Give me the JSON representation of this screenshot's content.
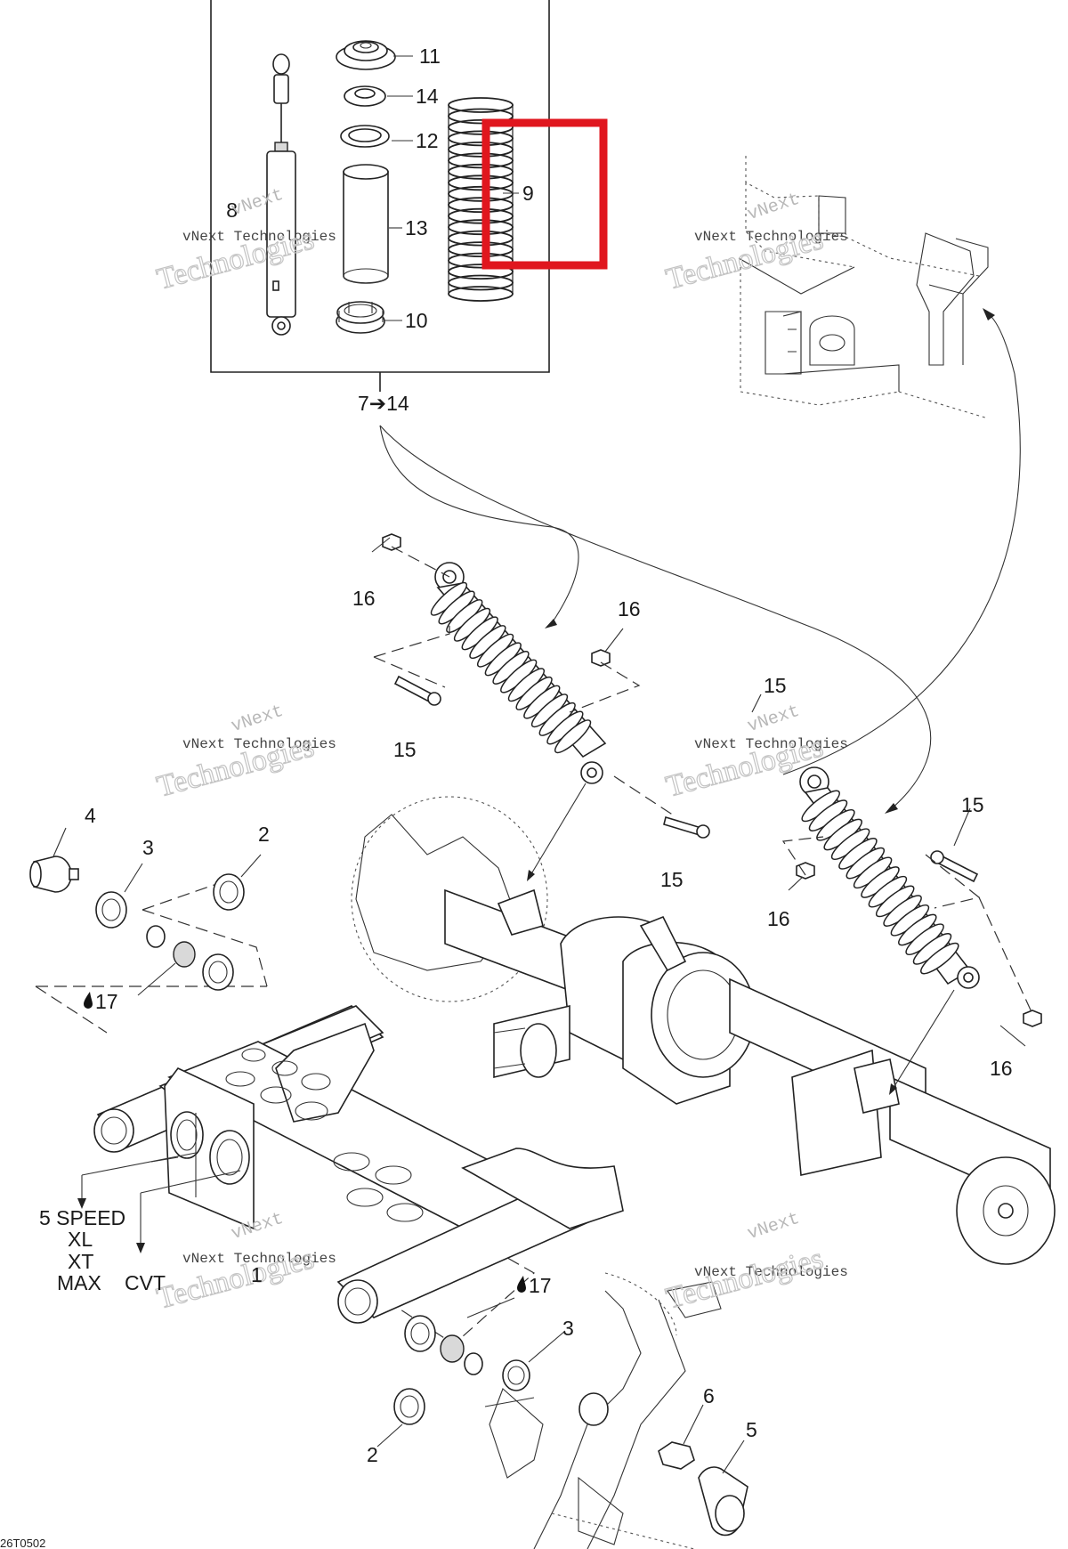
{
  "labels": {
    "p11": "11",
    "p14": "14",
    "p12": "12",
    "p9": "9",
    "p8": "8",
    "p13": "13",
    "p10": "10",
    "range": "7➔14",
    "p16a": "16",
    "p16b": "16",
    "p16c": "16",
    "p16d": "16",
    "p15a": "15",
    "p15b": "15",
    "p15c": "15",
    "p15d": "15",
    "p4": "4",
    "p3a": "3",
    "p2a": "2",
    "p17a": "17",
    "p17b": "17",
    "p3b": "3",
    "p2b": "2",
    "p6": "6",
    "p5": "5",
    "p1": "1"
  },
  "variants": {
    "five_speed": [
      "5 SPEED",
      "XL",
      "XT",
      "MAX"
    ],
    "cvt": "CVT"
  },
  "watermark": {
    "line1": "vNext",
    "line2": "vNext Technologies",
    "line3": "Technologies"
  },
  "figure_code": "26T0502",
  "highlight": {
    "target_part": "9",
    "color": "#e0161e"
  },
  "colors": {
    "ink": "#222222",
    "watermark": "#b8b8b8",
    "highlight": "#e0161e"
  }
}
